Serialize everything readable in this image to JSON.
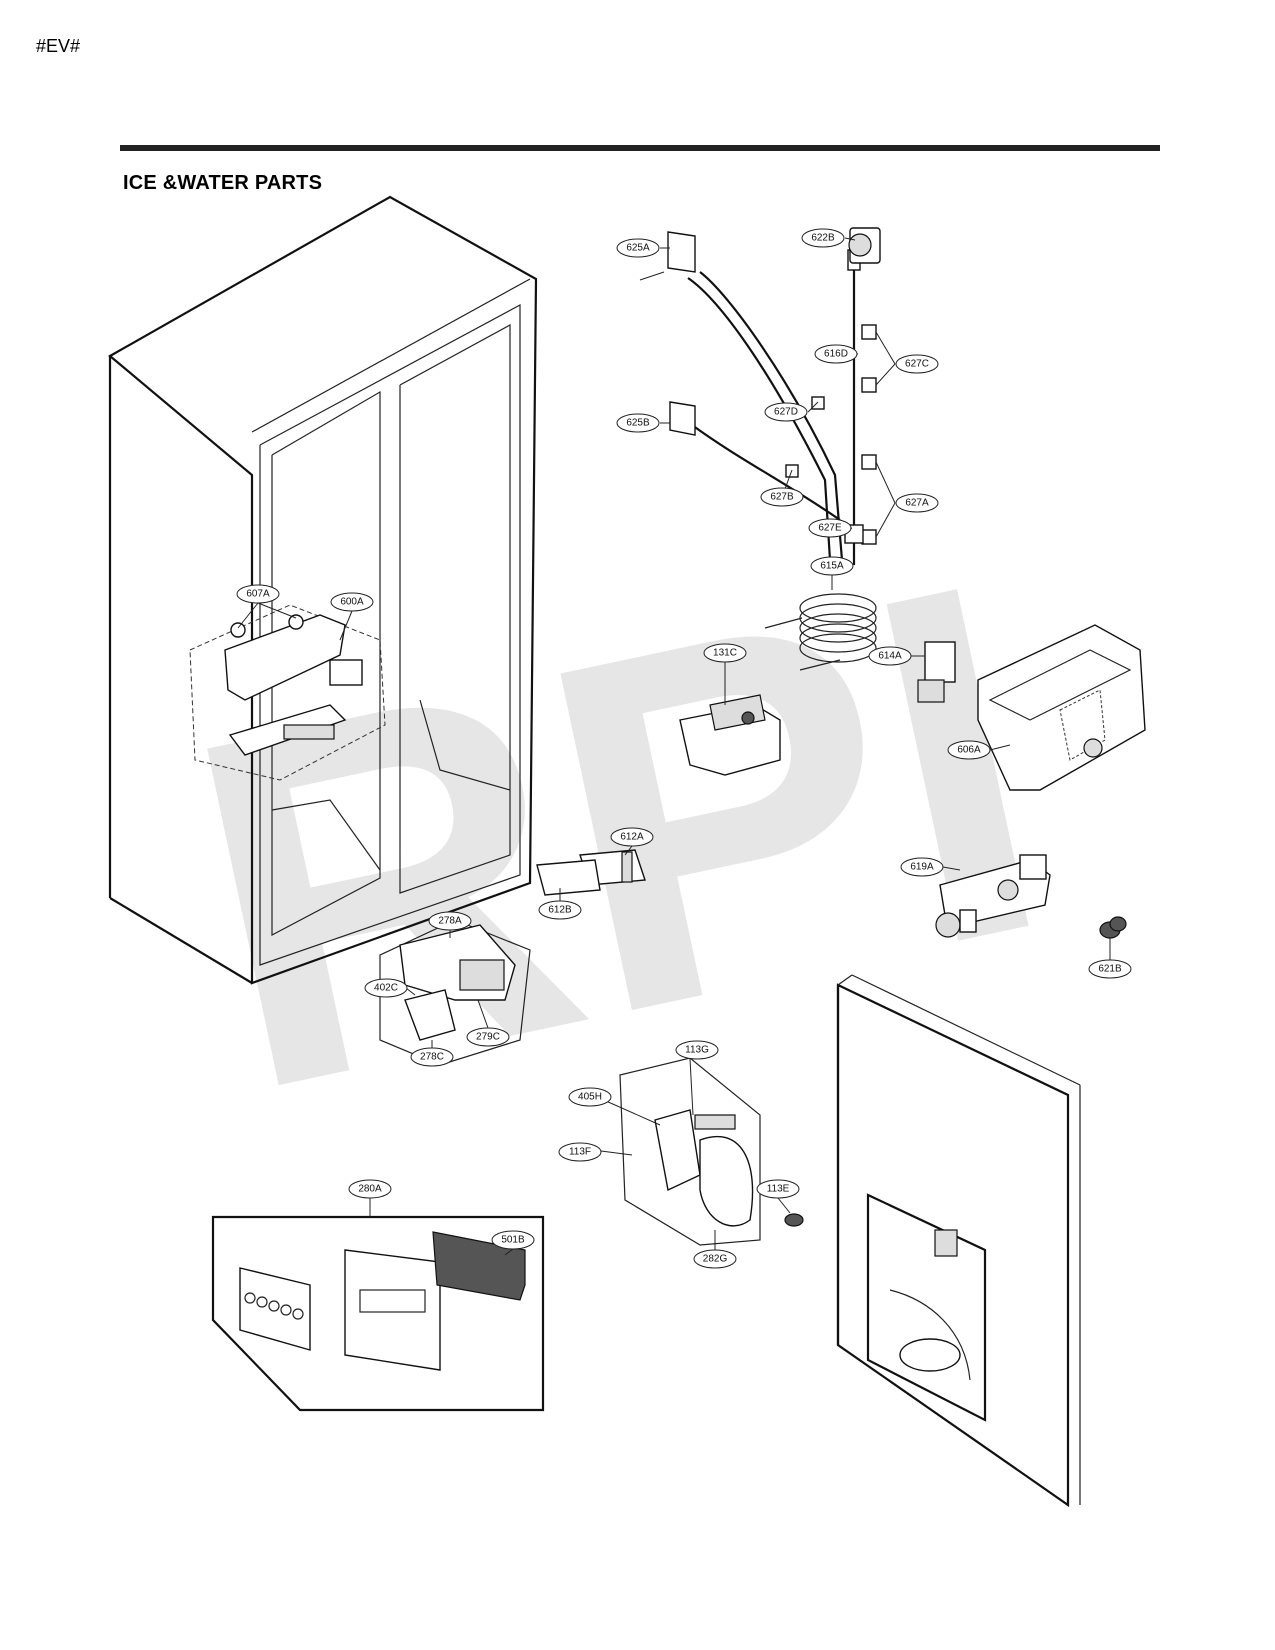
{
  "header_code": "#EV#",
  "section_title": "ICE &WATER PARTS",
  "watermark": "RPI",
  "callouts": [
    {
      "id": "625A",
      "label": "625A"
    },
    {
      "id": "622B",
      "label": "622B"
    },
    {
      "id": "616D",
      "label": "616D"
    },
    {
      "id": "627C",
      "label": "627C"
    },
    {
      "id": "625B",
      "label": "625B"
    },
    {
      "id": "627D",
      "label": "627D"
    },
    {
      "id": "627B",
      "label": "627B"
    },
    {
      "id": "627A",
      "label": "627A"
    },
    {
      "id": "627E",
      "label": "627E"
    },
    {
      "id": "615A",
      "label": "615A"
    },
    {
      "id": "614A",
      "label": "614A"
    },
    {
      "id": "606A",
      "label": "606A"
    },
    {
      "id": "131C",
      "label": "131C"
    },
    {
      "id": "607A",
      "label": "607A"
    },
    {
      "id": "600A",
      "label": "600A"
    },
    {
      "id": "612A",
      "label": "612A"
    },
    {
      "id": "612B",
      "label": "612B"
    },
    {
      "id": "619A",
      "label": "619A"
    },
    {
      "id": "621B",
      "label": "621B"
    },
    {
      "id": "278A",
      "label": "278A"
    },
    {
      "id": "402C",
      "label": "402C"
    },
    {
      "id": "279C",
      "label": "279C"
    },
    {
      "id": "278C",
      "label": "278C"
    },
    {
      "id": "113G",
      "label": "113G"
    },
    {
      "id": "405H",
      "label": "405H"
    },
    {
      "id": "113F",
      "label": "113F"
    },
    {
      "id": "113E",
      "label": "113E"
    },
    {
      "id": "282G",
      "label": "282G"
    },
    {
      "id": "280A",
      "label": "280A"
    },
    {
      "id": "501B",
      "label": "501B"
    }
  ]
}
